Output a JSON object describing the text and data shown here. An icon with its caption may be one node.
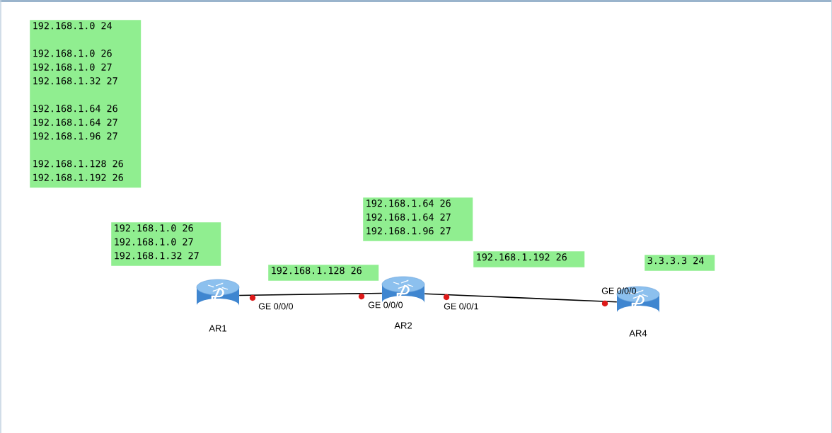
{
  "diagram": {
    "nodes": [
      {
        "text": [
          "192.168.1.0 24",
          "192.168.1.0 26",
          "192.168.1.0 27",
          "192.168.1.32 27",
          "192.168.1.64 26",
          "192.168.1.64 27",
          "192.168.1.96 27",
          "192.168.1.128 26",
          "192.168.1.192 26"
        ]
      },
      {
        "text": [
          "192.168.1.0 26",
          "192.168.1.0 27",
          "192.168.1.32 27"
        ]
      },
      {
        "text": [
          "192.168.1.64 26",
          "192.168.1.64 27",
          "192.168.1.96 27"
        ]
      },
      {
        "text": [
          "192.168.1.128 26"
        ]
      },
      {
        "text": [
          "192.168.1.192 26"
        ]
      },
      {
        "text": [
          "3.3.3.3 24"
        ]
      },
      {
        "text": [
          "AR1"
        ]
      },
      {
        "text": [
          "AR2"
        ]
      },
      {
        "text": [
          "AR4"
        ]
      }
    ],
    "edges": [
      {
        "from": 6,
        "to": 7,
        "arrow": "none"
      },
      {
        "from": 7,
        "to": 8,
        "arrow": "none"
      }
    ],
    "labels": [
      "GE 0/0/0",
      "GE 0/0/0",
      "GE 0/0/1",
      "GE 0/0/0"
    ]
  }
}
